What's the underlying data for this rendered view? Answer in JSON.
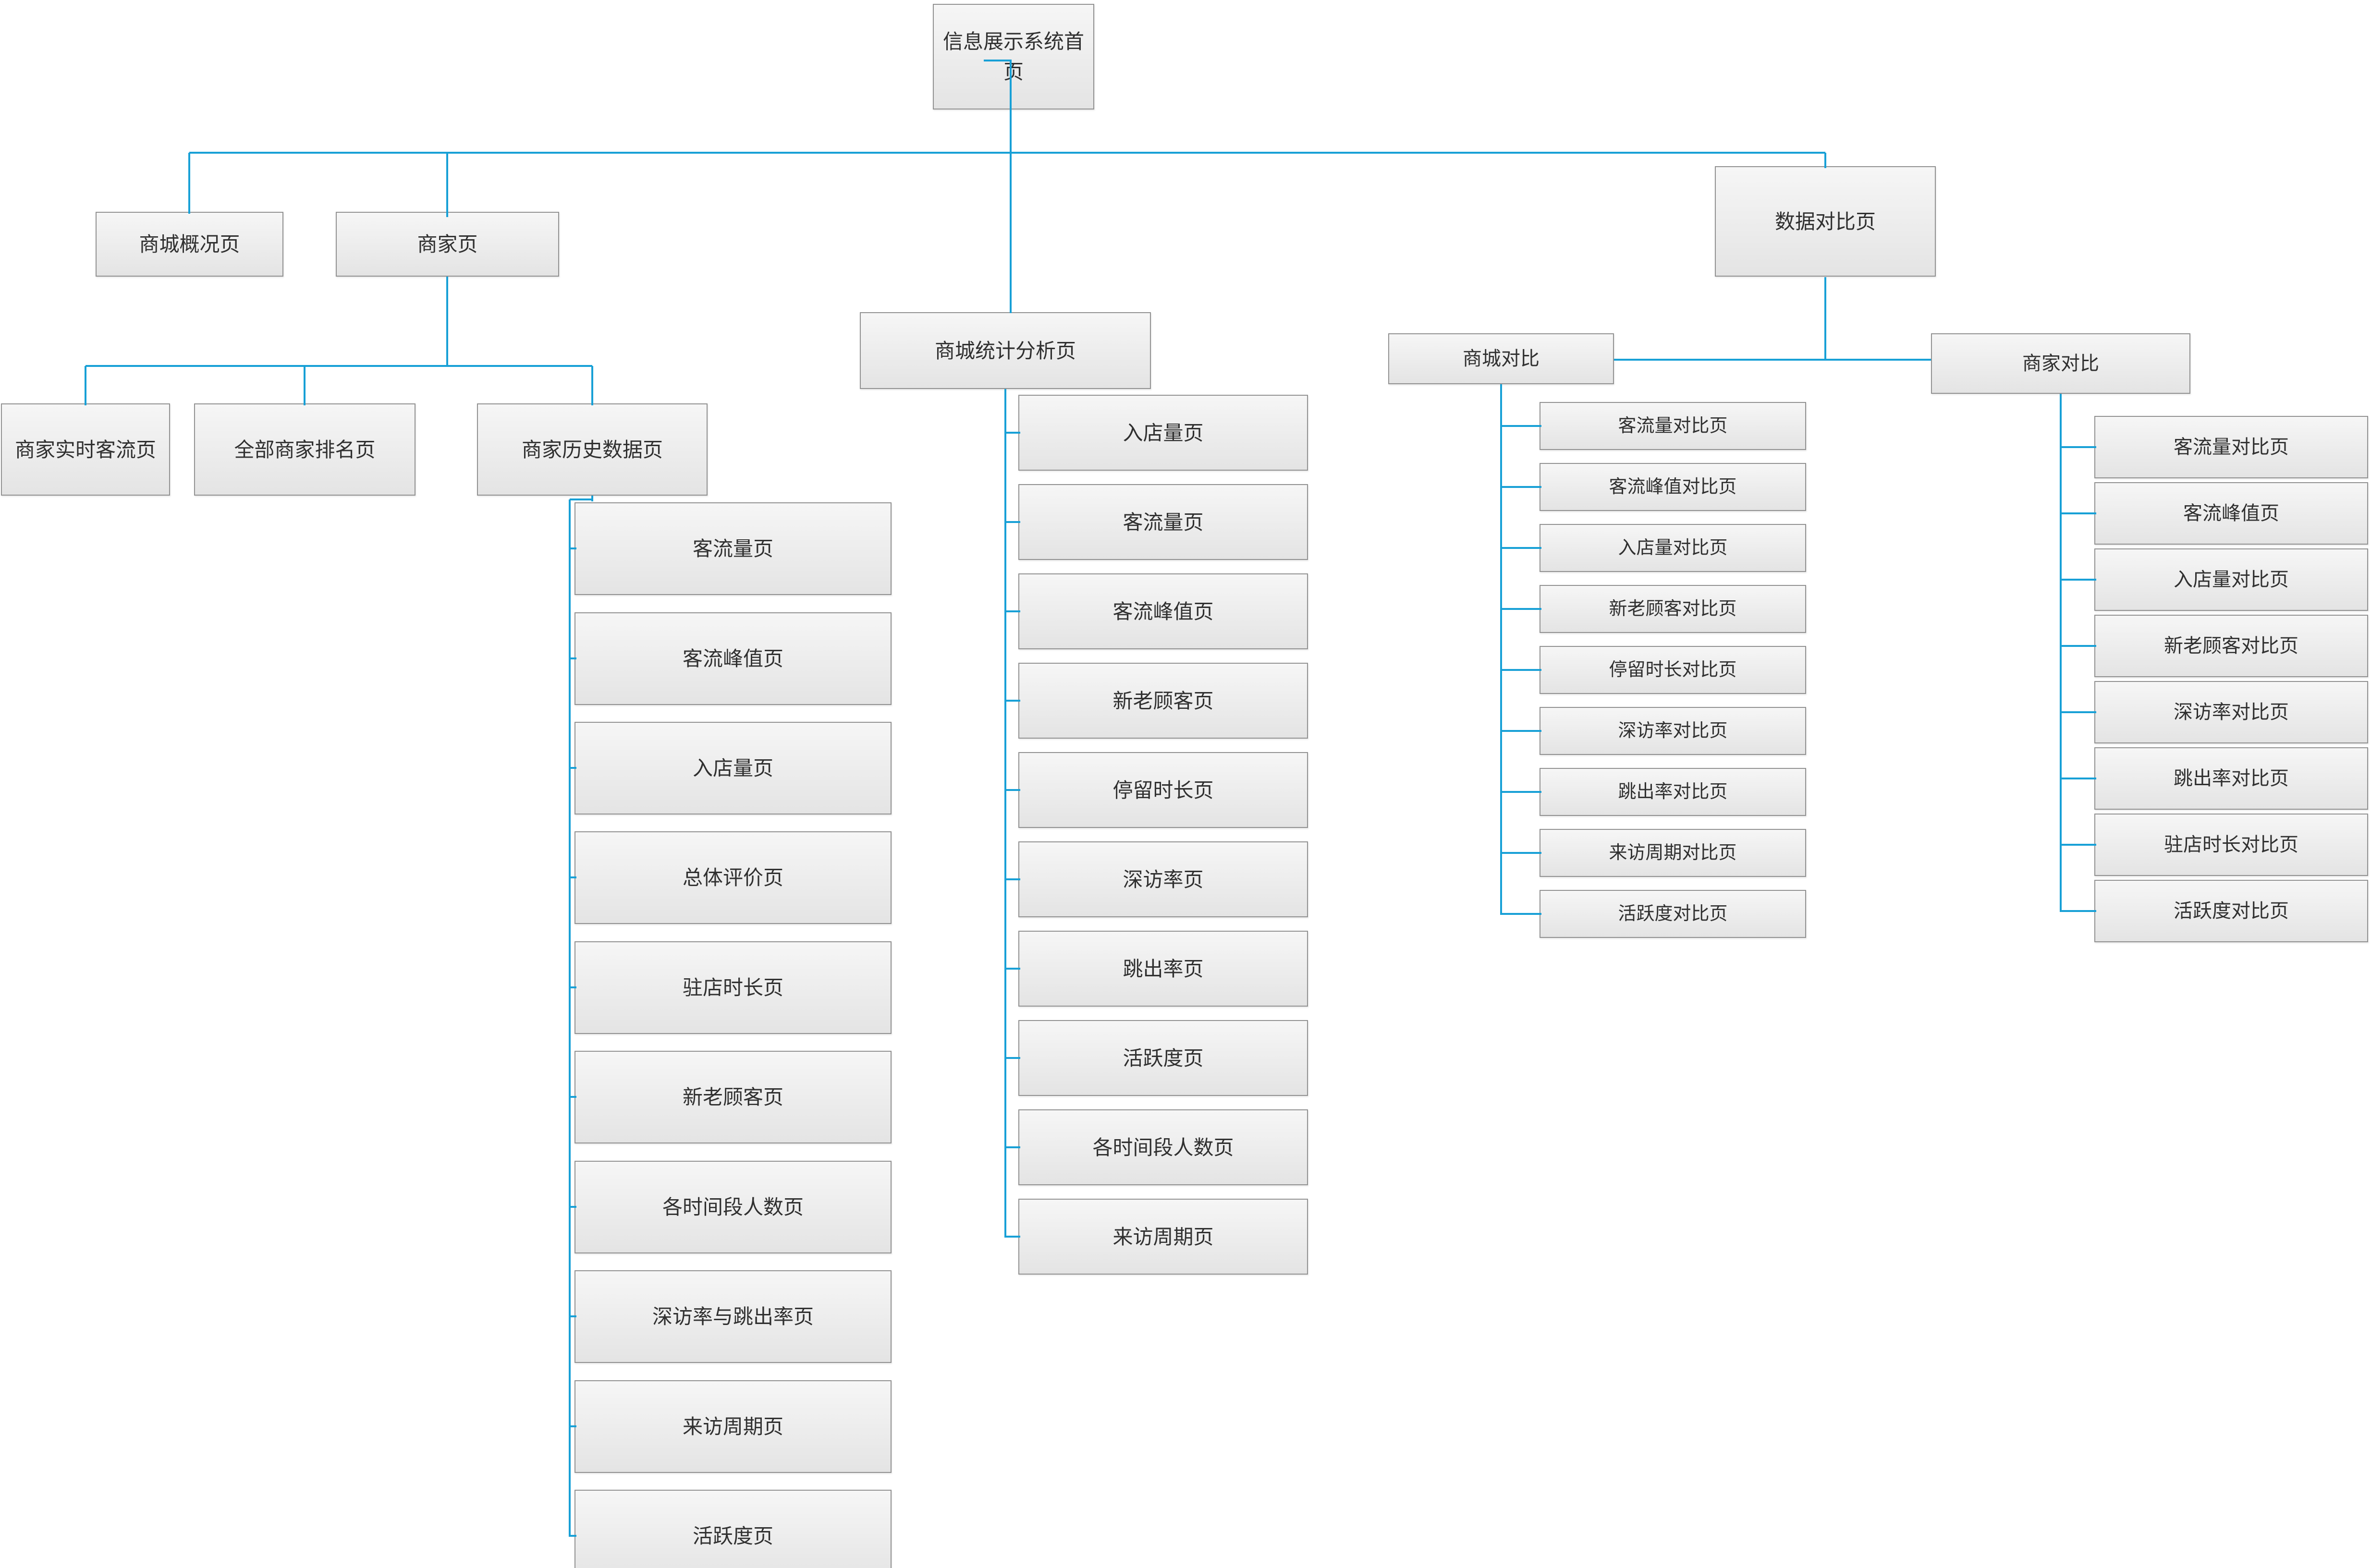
{
  "diagram": {
    "colors": {
      "connector": "#18a0d6",
      "node_fill_top": "#f6f6f6",
      "node_fill_bottom": "#e4e4e4",
      "node_border": "#929292",
      "node_text": "#303030",
      "background": "#ffffff"
    },
    "nodes": [
      {
        "id": "root",
        "label": "信息展示系统首页"
      },
      {
        "id": "mall-overview",
        "label": "商城概况页"
      },
      {
        "id": "merchant",
        "label": "商家页"
      },
      {
        "id": "merchant-realtime",
        "label": "商家实时客流页"
      },
      {
        "id": "merchant-ranking",
        "label": "全部商家排名页"
      },
      {
        "id": "merchant-history",
        "label": "商家历史数据页"
      },
      {
        "id": "mh-traffic",
        "label": "客流量页"
      },
      {
        "id": "mh-peak",
        "label": "客流峰值页"
      },
      {
        "id": "mh-entry",
        "label": "入店量页"
      },
      {
        "id": "mh-overall-rating",
        "label": "总体评价页"
      },
      {
        "id": "mh-stay-duration",
        "label": "驻店时长页"
      },
      {
        "id": "mh-new-old",
        "label": "新老顾客页"
      },
      {
        "id": "mh-time-periods",
        "label": "各时间段人数页"
      },
      {
        "id": "mh-deep-bounce",
        "label": "深访率与跳出率页"
      },
      {
        "id": "mh-visit-cycle",
        "label": "来访周期页"
      },
      {
        "id": "mh-activity",
        "label": "活跃度页"
      },
      {
        "id": "mall-stats",
        "label": "商城统计分析页"
      },
      {
        "id": "ms-entry",
        "label": "入店量页"
      },
      {
        "id": "ms-traffic",
        "label": "客流量页"
      },
      {
        "id": "ms-peak",
        "label": "客流峰值页"
      },
      {
        "id": "ms-new-old",
        "label": "新老顾客页"
      },
      {
        "id": "ms-stay",
        "label": "停留时长页"
      },
      {
        "id": "ms-deep",
        "label": "深访率页"
      },
      {
        "id": "ms-bounce",
        "label": "跳出率页"
      },
      {
        "id": "ms-activity",
        "label": "活跃度页"
      },
      {
        "id": "ms-time-periods",
        "label": "各时间段人数页"
      },
      {
        "id": "ms-visit-cycle",
        "label": "来访周期页"
      },
      {
        "id": "data-compare",
        "label": "数据对比页"
      },
      {
        "id": "mall-compare",
        "label": "商城对比"
      },
      {
        "id": "mc-traffic",
        "label": "客流量对比页"
      },
      {
        "id": "mc-peak",
        "label": "客流峰值对比页"
      },
      {
        "id": "mc-entry",
        "label": "入店量对比页"
      },
      {
        "id": "mc-new-old",
        "label": "新老顾客对比页"
      },
      {
        "id": "mc-stay",
        "label": "停留时长对比页"
      },
      {
        "id": "mc-deep",
        "label": "深访率对比页"
      },
      {
        "id": "mc-bounce",
        "label": "跳出率对比页"
      },
      {
        "id": "mc-visit-cycle",
        "label": "来访周期对比页"
      },
      {
        "id": "mc-activity",
        "label": "活跃度对比页"
      },
      {
        "id": "merchant-compare",
        "label": "商家对比"
      },
      {
        "id": "sc-traffic",
        "label": "客流量对比页"
      },
      {
        "id": "sc-peak",
        "label": "客流峰值页"
      },
      {
        "id": "sc-entry",
        "label": "入店量对比页"
      },
      {
        "id": "sc-new-old",
        "label": "新老顾客对比页"
      },
      {
        "id": "sc-deep",
        "label": "深访率对比页"
      },
      {
        "id": "sc-bounce",
        "label": "跳出率对比页"
      },
      {
        "id": "sc-stay-duration",
        "label": "驻店时长对比页"
      },
      {
        "id": "sc-activity",
        "label": "活跃度对比页"
      }
    ],
    "hierarchy": {
      "root": [
        "mall-overview",
        "merchant",
        "mall-stats",
        "data-compare"
      ],
      "merchant": [
        "merchant-realtime",
        "merchant-ranking",
        "merchant-history"
      ],
      "merchant-history": [
        "mh-traffic",
        "mh-peak",
        "mh-entry",
        "mh-overall-rating",
        "mh-stay-duration",
        "mh-new-old",
        "mh-time-periods",
        "mh-deep-bounce",
        "mh-visit-cycle",
        "mh-activity"
      ],
      "mall-stats": [
        "ms-entry",
        "ms-traffic",
        "ms-peak",
        "ms-new-old",
        "ms-stay",
        "ms-deep",
        "ms-bounce",
        "ms-activity",
        "ms-time-periods",
        "ms-visit-cycle"
      ],
      "data-compare": [
        "mall-compare",
        "merchant-compare"
      ],
      "mall-compare": [
        "mc-traffic",
        "mc-peak",
        "mc-entry",
        "mc-new-old",
        "mc-stay",
        "mc-deep",
        "mc-bounce",
        "mc-visit-cycle",
        "mc-activity"
      ],
      "merchant-compare": [
        "sc-traffic",
        "sc-peak",
        "sc-entry",
        "sc-new-old",
        "sc-deep",
        "sc-bounce",
        "sc-stay-duration",
        "sc-activity"
      ]
    }
  }
}
